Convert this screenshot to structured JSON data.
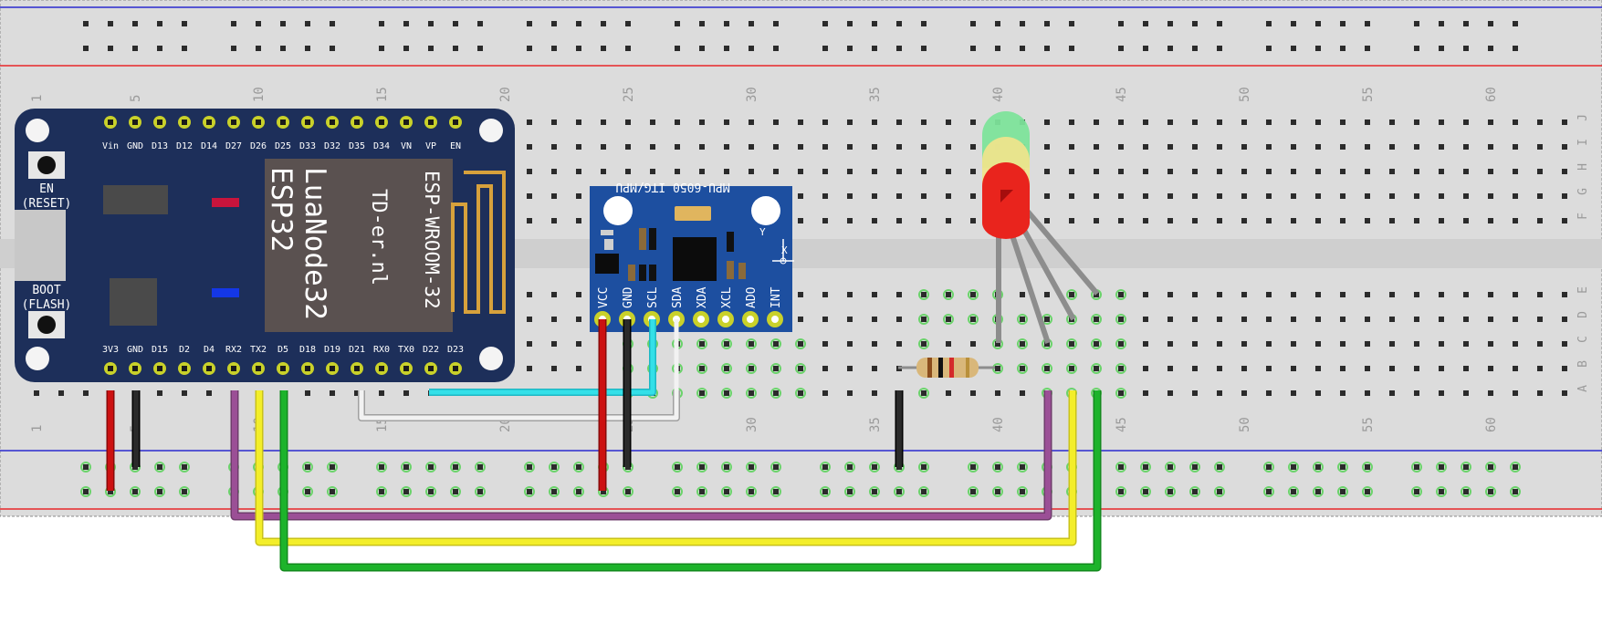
{
  "breadboard": {
    "column_labels_top": [
      "1",
      "5",
      "10",
      "15",
      "20",
      "25",
      "30",
      "35",
      "40",
      "45",
      "50",
      "55",
      "60"
    ],
    "column_labels_bottom": [
      "1",
      "5",
      "10",
      "15",
      "20",
      "25",
      "30",
      "35",
      "40",
      "45",
      "50",
      "55",
      "60"
    ],
    "row_labels_top": [
      "J",
      "I",
      "H",
      "G",
      "F"
    ],
    "row_labels_bottom": [
      "E",
      "D",
      "C",
      "B",
      "A"
    ]
  },
  "esp32": {
    "header_top_pins": [
      "Vin",
      "GND",
      "D13",
      "D12",
      "D14",
      "D27",
      "D26",
      "D25",
      "D33",
      "D32",
      "D35",
      "D34",
      "VN",
      "VP",
      "EN"
    ],
    "header_bottom_pins": [
      "3V3",
      "GND",
      "D15",
      "D2",
      "D4",
      "RX2",
      "TX2",
      "D5",
      "D18",
      "D19",
      "D21",
      "RX0",
      "TX0",
      "D22",
      "D23"
    ],
    "en_label_1": "EN",
    "en_label_2": "(RESET)",
    "boot_label_1": "BOOT",
    "boot_label_2": "(FLASH)",
    "module_title": "ESP-WROOM-32",
    "module_vendor": "TD-er.nl",
    "module_name_1": "LuaNode32",
    "module_name_2": "ESP32"
  },
  "mpu": {
    "title": "MPU-6050 ITG/MPU",
    "pins": [
      "VCC",
      "GND",
      "SCL",
      "SDA",
      "XDA",
      "XCL",
      "ADO",
      "INT"
    ],
    "axis_y": "Y",
    "axis_x": "X"
  },
  "leds": [
    "green",
    "yellow",
    "red"
  ],
  "colors": {
    "board_blue": "#1d2f5a",
    "breadboard": "#dcdcdc",
    "rail_red": "#e8262a",
    "rail_blue": "#2a2acf",
    "wire_red": "#cc1111",
    "wire_black": "#222222",
    "wire_purple": "#9b4f96",
    "wire_yellow": "#f3ee2a",
    "wire_green": "#1db32b",
    "wire_cyan": "#33e0e8",
    "wire_white": "#f2f2f2"
  }
}
